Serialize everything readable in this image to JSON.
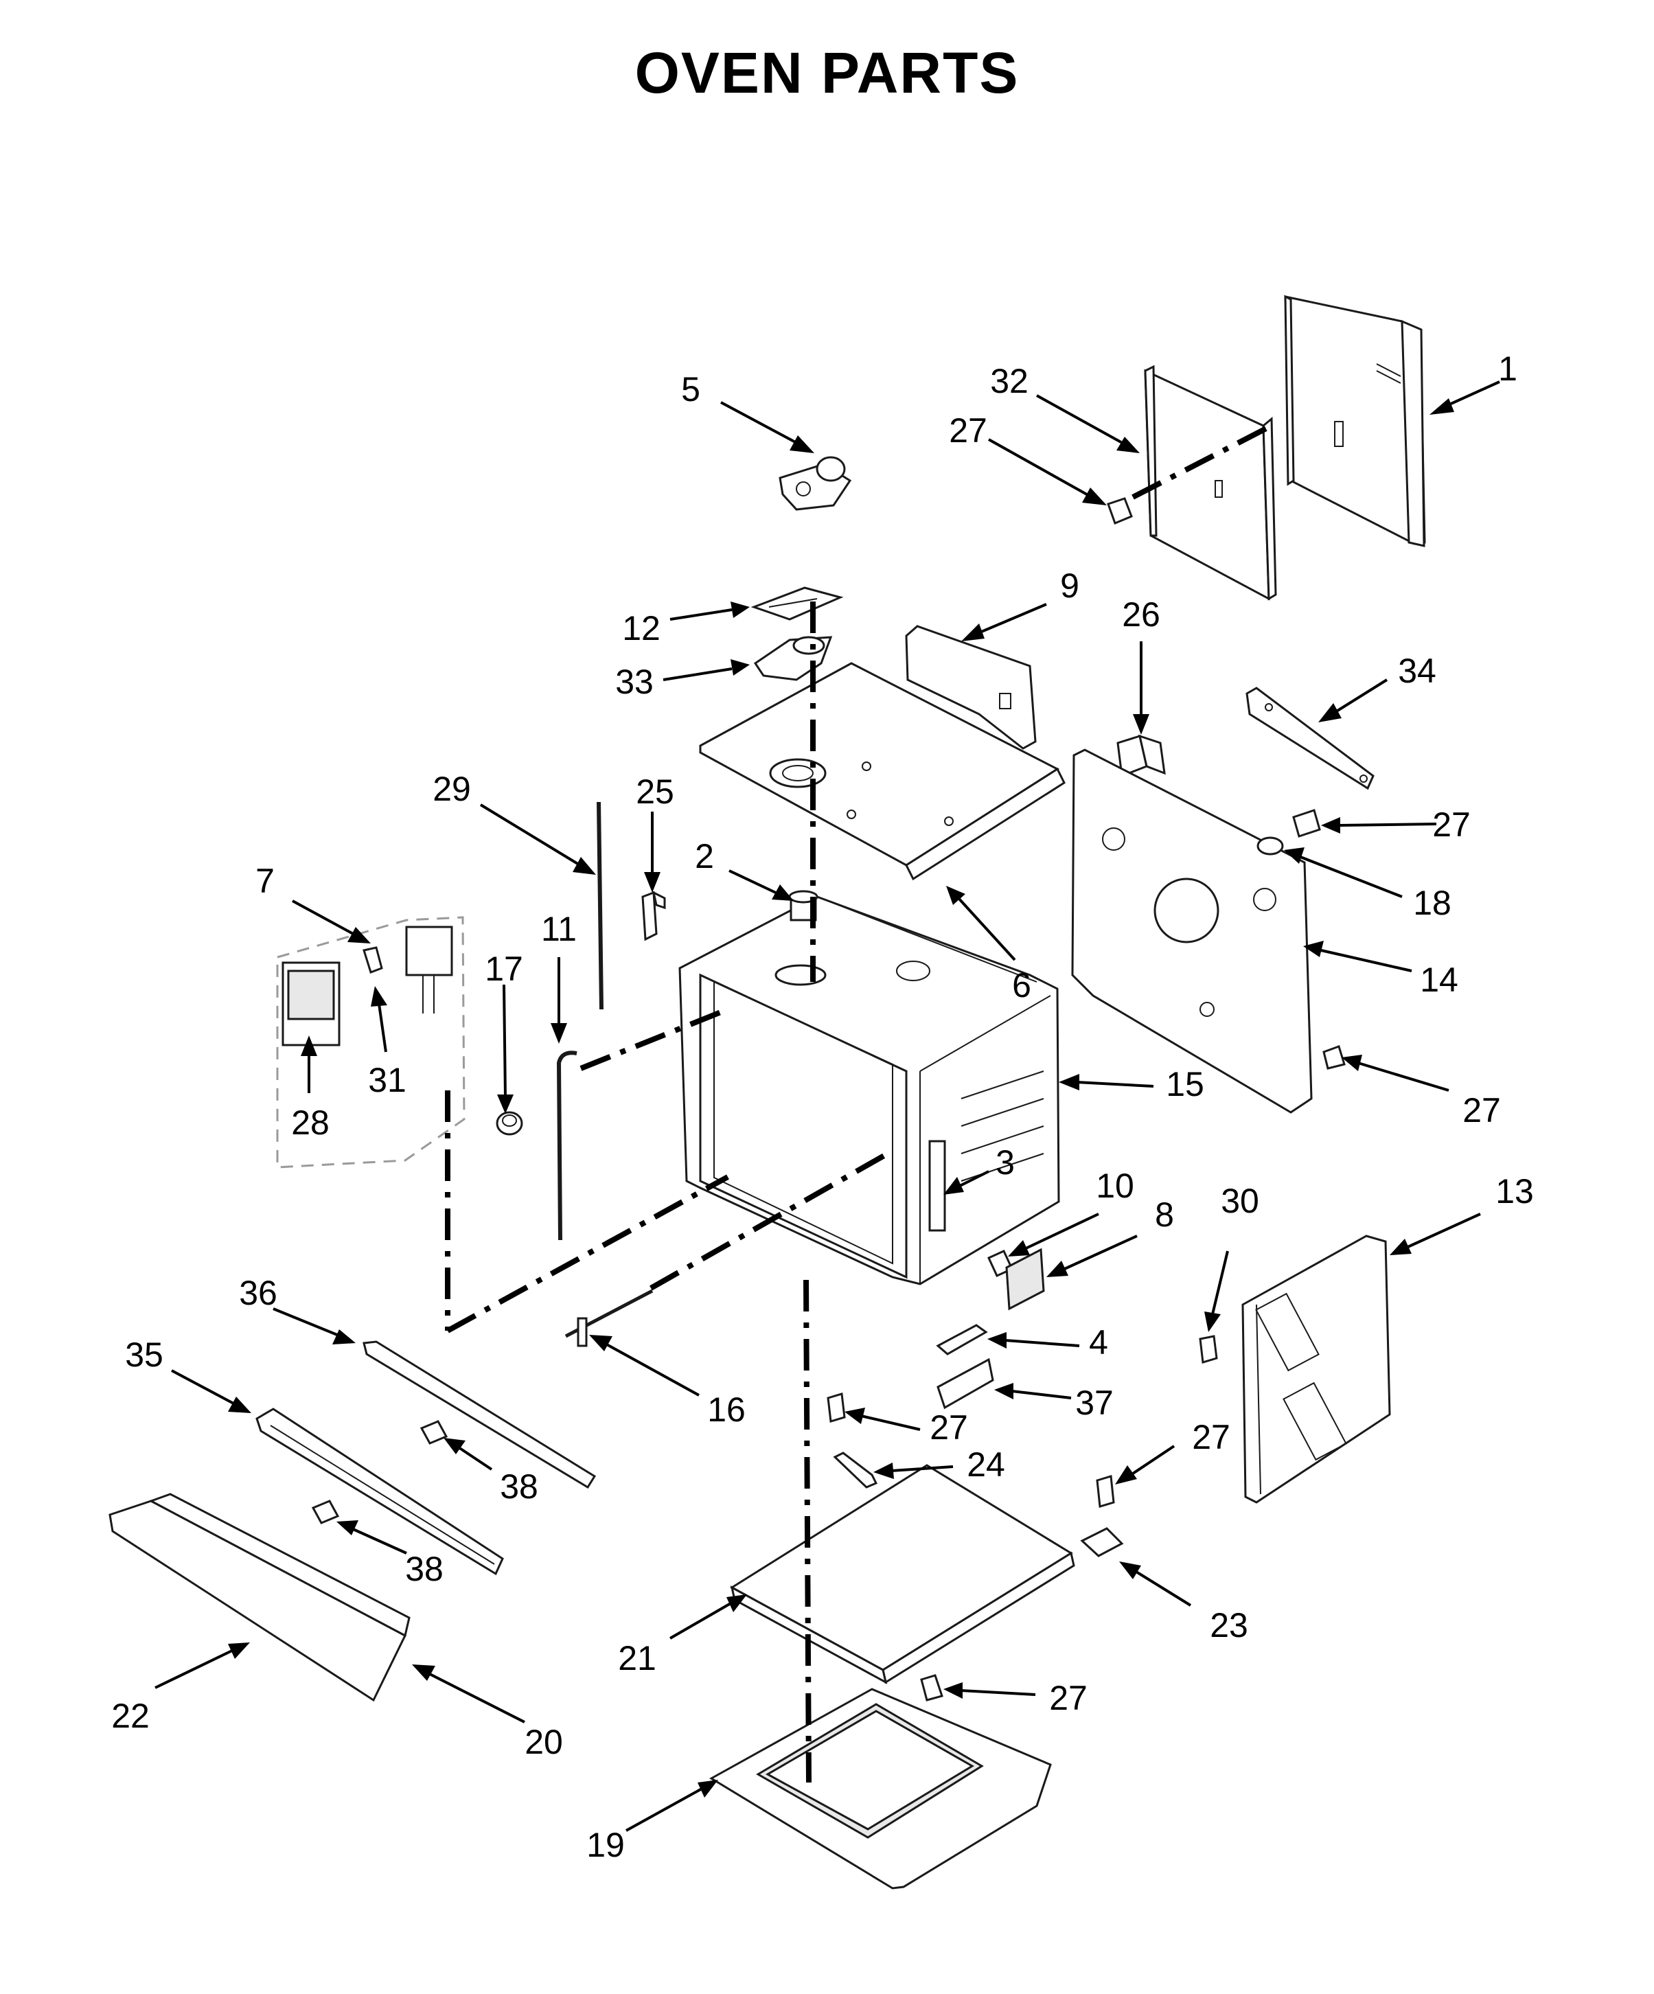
{
  "title": "OVEN PARTS",
  "callouts": [
    {
      "id": "c1",
      "label": "1"
    },
    {
      "id": "c2",
      "label": "2"
    },
    {
      "id": "c3",
      "label": "3"
    },
    {
      "id": "c4",
      "label": "4"
    },
    {
      "id": "c5",
      "label": "5"
    },
    {
      "id": "c6",
      "label": "6"
    },
    {
      "id": "c7",
      "label": "7"
    },
    {
      "id": "c8",
      "label": "8"
    },
    {
      "id": "c9",
      "label": "9"
    },
    {
      "id": "c10",
      "label": "10"
    },
    {
      "id": "c11",
      "label": "11"
    },
    {
      "id": "c12",
      "label": "12"
    },
    {
      "id": "c13",
      "label": "13"
    },
    {
      "id": "c14",
      "label": "14"
    },
    {
      "id": "c15",
      "label": "15"
    },
    {
      "id": "c16",
      "label": "16"
    },
    {
      "id": "c17",
      "label": "17"
    },
    {
      "id": "c18",
      "label": "18"
    },
    {
      "id": "c19",
      "label": "19"
    },
    {
      "id": "c20",
      "label": "20"
    },
    {
      "id": "c21",
      "label": "21"
    },
    {
      "id": "c22",
      "label": "22"
    },
    {
      "id": "c23",
      "label": "23"
    },
    {
      "id": "c24",
      "label": "24"
    },
    {
      "id": "c25",
      "label": "25"
    },
    {
      "id": "c26",
      "label": "26"
    },
    {
      "id": "c27a",
      "label": "27"
    },
    {
      "id": "c27b",
      "label": "27"
    },
    {
      "id": "c27c",
      "label": "27"
    },
    {
      "id": "c27d",
      "label": "27"
    },
    {
      "id": "c27e",
      "label": "27"
    },
    {
      "id": "c27f",
      "label": "27"
    },
    {
      "id": "c28",
      "label": "28"
    },
    {
      "id": "c29",
      "label": "29"
    },
    {
      "id": "c30",
      "label": "30"
    },
    {
      "id": "c31",
      "label": "31"
    },
    {
      "id": "c32",
      "label": "32"
    },
    {
      "id": "c33",
      "label": "33"
    },
    {
      "id": "c34",
      "label": "34"
    },
    {
      "id": "c35",
      "label": "35"
    },
    {
      "id": "c36",
      "label": "36"
    },
    {
      "id": "c37",
      "label": "37"
    },
    {
      "id": "c38a",
      "label": "38"
    },
    {
      "id": "c38b",
      "label": "38"
    }
  ]
}
